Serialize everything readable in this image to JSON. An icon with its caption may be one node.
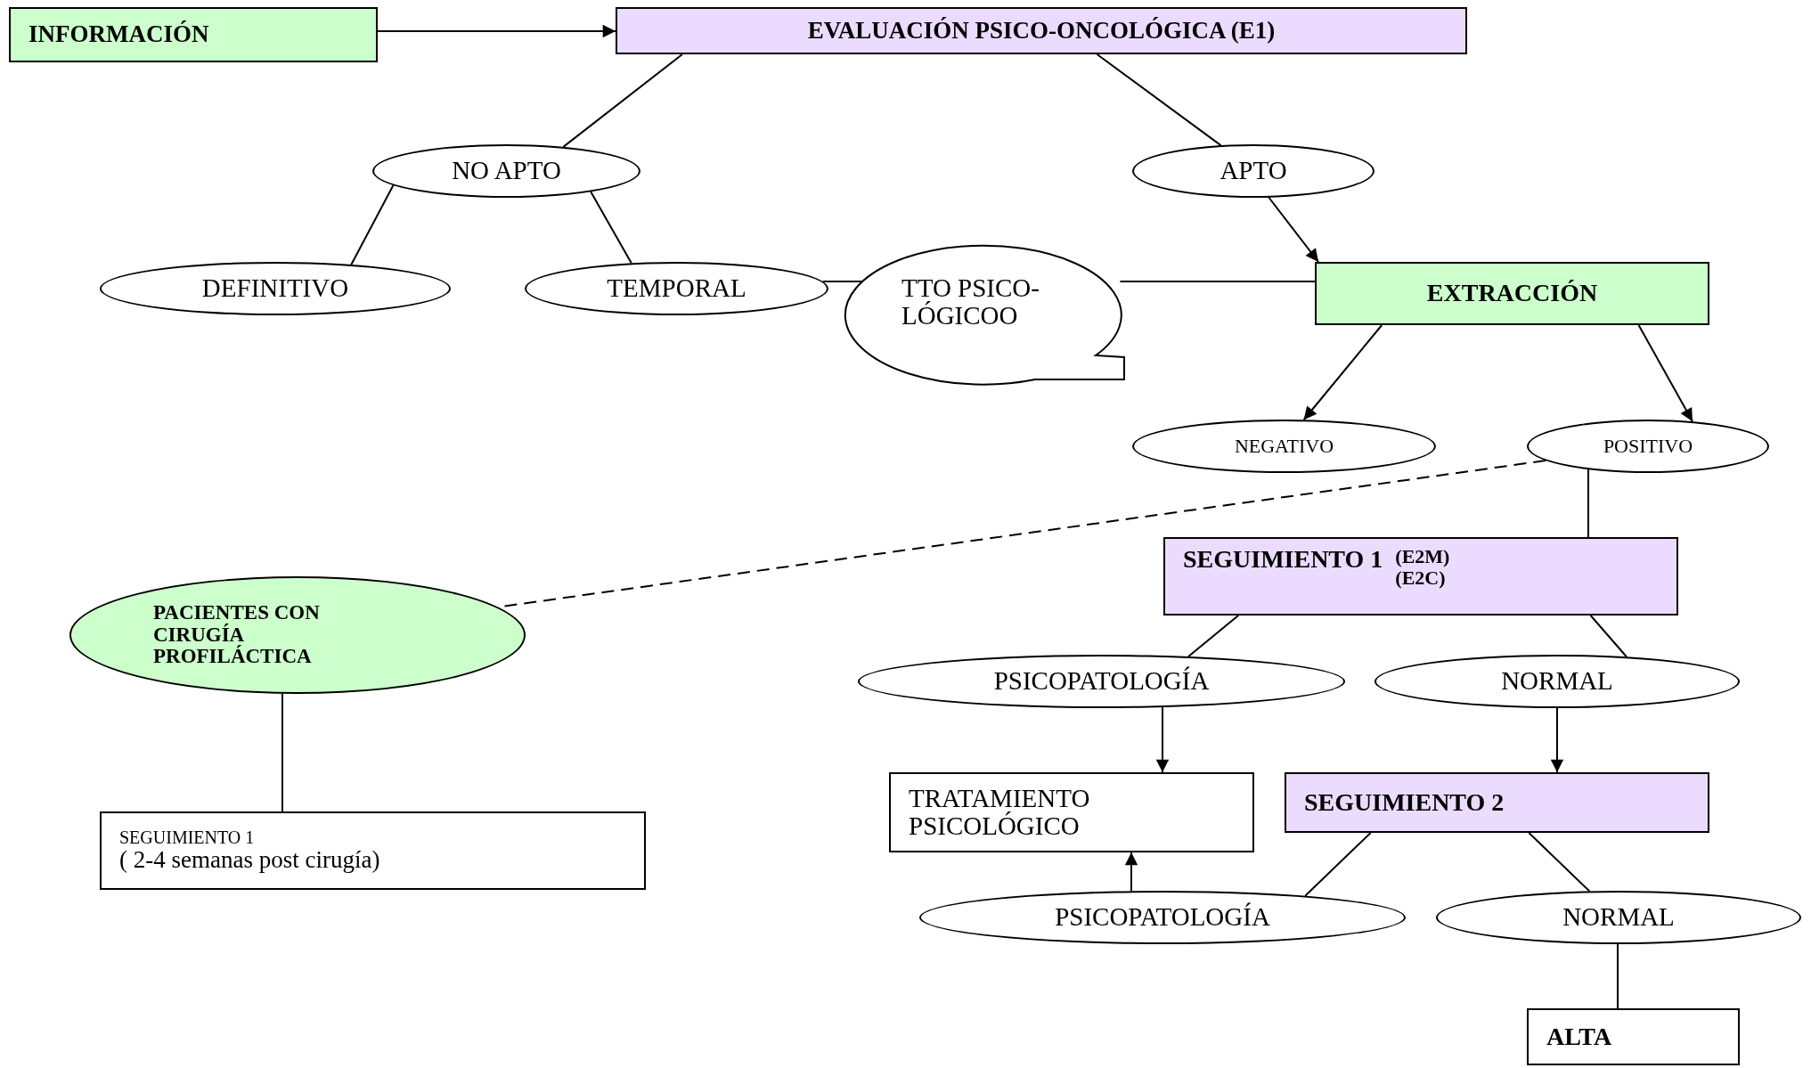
{
  "diagram": {
    "nodes": [
      {
        "text": [
          "INFORMACIÓN"
        ]
      },
      {
        "text": [
          "EVALUACIÓN PSICO-ONCOLÓGICA (E1)"
        ]
      },
      {
        "text": [
          "NO APTO"
        ]
      },
      {
        "text": [
          "APTO"
        ]
      },
      {
        "text": [
          "DEFINITIVO"
        ]
      },
      {
        "text": [
          "TEMPORAL"
        ]
      },
      {
        "text": [
          "TTO PSICO- LÓGICOO"
        ]
      },
      {
        "text": [
          "EXTRACCIÓN"
        ]
      },
      {
        "text": [
          "NEGATIVO"
        ]
      },
      {
        "text": [
          "POSITIVO"
        ]
      },
      {
        "text": [
          "PACIENTES CON CIRUGÍA PROFILÁCTICA"
        ]
      },
      {
        "text": [
          "SEGUIMIENTO 1",
          "(E2M) (E2C)"
        ]
      },
      {
        "text": [
          "SEGUIMIENTO 1",
          "( 2-4 semanas post cirugía)"
        ]
      },
      {
        "text": [
          "PSICOPATOLOGÍA"
        ]
      },
      {
        "text": [
          "NORMAL"
        ]
      },
      {
        "text": [
          "TRATAMIENTO PSICOLÓGICO"
        ]
      },
      {
        "text": [
          "SEGUIMIENTO 2"
        ]
      },
      {
        "text": [
          "PSICOPATOLOGÍA"
        ]
      },
      {
        "text": [
          "NORMAL"
        ]
      },
      {
        "text": [
          "ALTA"
        ]
      }
    ],
    "edges": [
      {
        "from": 0,
        "to": 1,
        "arrow": "to"
      },
      {
        "from": 1,
        "to": 2,
        "arrow": "none"
      },
      {
        "from": 1,
        "to": 3,
        "arrow": "none"
      },
      {
        "from": 2,
        "to": 4,
        "arrow": "none"
      },
      {
        "from": 2,
        "to": 5,
        "arrow": "none"
      },
      {
        "from": 5,
        "to": 6,
        "arrow": "none"
      },
      {
        "from": 6,
        "to": 7,
        "arrow": "none"
      },
      {
        "from": 3,
        "to": 7,
        "arrow": "to"
      },
      {
        "from": 7,
        "to": 8,
        "arrow": "to"
      },
      {
        "from": 7,
        "to": 9,
        "arrow": "to"
      },
      {
        "from": 9,
        "to": 10,
        "arrow": "none",
        "style": "dashed"
      },
      {
        "from": 9,
        "to": 11,
        "arrow": "none"
      },
      {
        "from": 10,
        "to": 12,
        "arrow": "none"
      },
      {
        "from": 11,
        "to": 13,
        "arrow": "none"
      },
      {
        "from": 11,
        "to": 14,
        "arrow": "none"
      },
      {
        "from": 13,
        "to": 15,
        "arrow": "to"
      },
      {
        "from": 14,
        "to": 16,
        "arrow": "to"
      },
      {
        "from": 17,
        "to": 15,
        "arrow": "to"
      },
      {
        "from": 16,
        "to": 17,
        "arrow": "none"
      },
      {
        "from": 16,
        "to": 18,
        "arrow": "none"
      },
      {
        "from": 18,
        "to": 19,
        "arrow": "none"
      }
    ]
  }
}
